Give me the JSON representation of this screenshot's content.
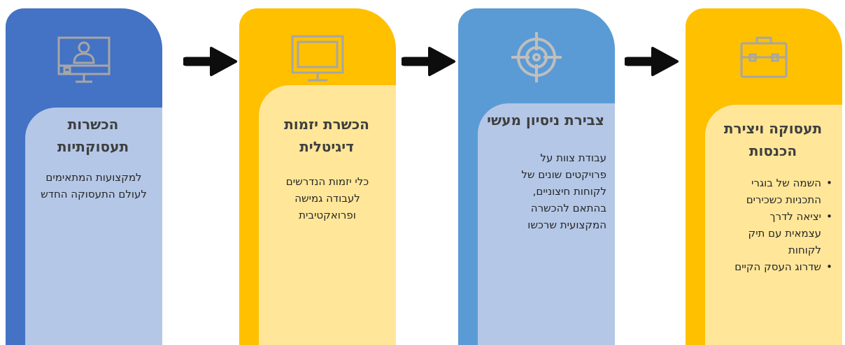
{
  "colors": {
    "blue": "#4472c4",
    "light_blue": "#5b9bd5",
    "pale_blue": "#b4c7e7",
    "yellow": "#ffc000",
    "pale_yellow": "#ffe699",
    "icon_stroke": "#a6a6a6",
    "arrow": "#0d0d0d"
  },
  "cards": [
    {
      "icon": "monitor-user-icon",
      "title_lines": [
        "הכשרות",
        "תעסוקתיות"
      ],
      "body_lines": [
        "למקצועות המתאימים",
        "לעולם התעסוקה החדש"
      ]
    },
    {
      "icon": "monitor-icon",
      "title_lines": [
        "הכשרת יזמות",
        "דיגיטלית"
      ],
      "body_lines": [
        "כלי יזמות הנדרשים",
        "לעבודה גמישה",
        "ופרואקטיבית"
      ]
    },
    {
      "icon": "target-icon",
      "title_lines": [
        "צבירת ניסיון מעשי"
      ],
      "body_lines": [
        "עבודת צוות על",
        "פרויקטים שונים של",
        "לקוחות חיצוניים,",
        "בהתאם להכשרה",
        "המקצועית שרכשו"
      ]
    },
    {
      "icon": "briefcase-icon",
      "title_lines": [
        "תעסוקה ויצירת",
        "הכנסות"
      ],
      "bullets": [
        [
          "השמה של בוגרי",
          "התכניות כשכירים"
        ],
        [
          "יציאה לדרך",
          "עצמאית עם תיק",
          "לקוחות"
        ],
        [
          "שדרוג העסק הקיים"
        ]
      ]
    }
  ]
}
